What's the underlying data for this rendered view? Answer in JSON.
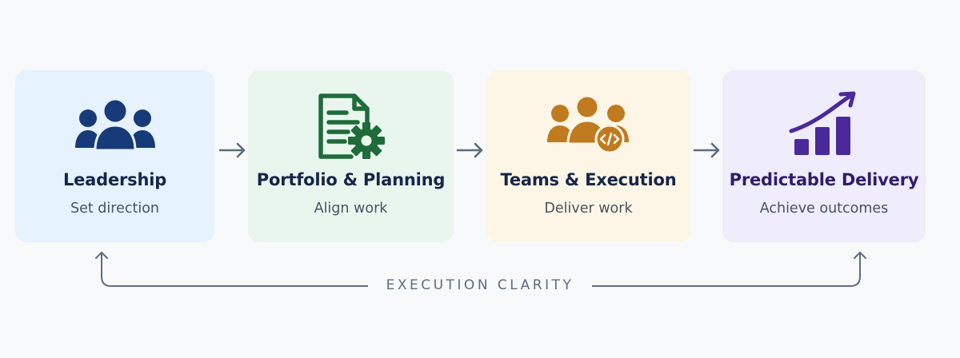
{
  "colors": {
    "background": "#f8f9fb",
    "leadership_accent": "#173a78",
    "portfolio_accent": "#1f6b3a",
    "teams_accent": "#c07a1f",
    "delivery_accent": "#4a2a9a",
    "connector": "#5f6b7e"
  },
  "stages": [
    {
      "title": "Leadership",
      "subtitle": "Set direction",
      "icon": "people-group-icon",
      "card_color": "#e6f2fd"
    },
    {
      "title": "Portfolio & Planning",
      "subtitle": "Align work",
      "icon": "document-gear-icon",
      "card_color": "#e9f6ee"
    },
    {
      "title": "Teams & Execution",
      "subtitle": "Deliver work",
      "icon": "team-code-icon",
      "card_color": "#fdf6e6"
    },
    {
      "title": "Predictable Delivery",
      "subtitle": "Achieve outcomes",
      "icon": "growth-chart-icon",
      "card_color": "#efecfb"
    }
  ],
  "connectors": [
    "arrow-right-icon",
    "arrow-right-icon",
    "arrow-right-icon"
  ],
  "feedback_loop": {
    "label": "EXECUTION CLARITY",
    "icons": [
      "arrow-up-icon",
      "arrow-up-icon"
    ]
  }
}
